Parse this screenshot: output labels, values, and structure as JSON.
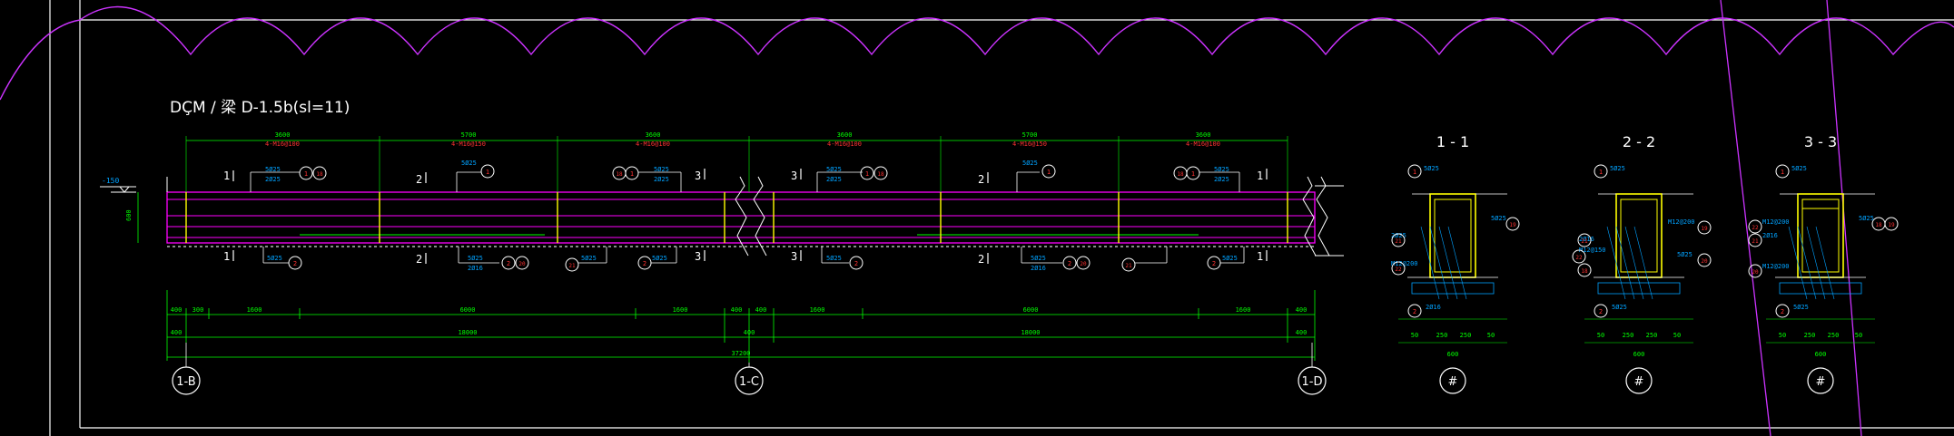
{
  "drawing": {
    "title": "DÇM / 梁 D-1.5b(sl=11)",
    "level_mark": "-150",
    "beam_depth": "600"
  },
  "spans": {
    "lengths": [
      "3600",
      "5700",
      "3600",
      "3600",
      "5700",
      "3600"
    ],
    "top_reinf": [
      "4-M16@100",
      "4-M16@150",
      "4-M16@100",
      "4-M16@100",
      "4-M16@150",
      "4-M16@100"
    ]
  },
  "section_marks": [
    "1",
    "2",
    "3",
    "3",
    "2",
    "1"
  ],
  "bar_tags": {
    "top": [
      "5Ø25",
      "5Ø25",
      "5Ø25",
      "5Ø25",
      "5Ø25",
      "5Ø25"
    ],
    "top_sub": [
      "2Ø25",
      "2Ø25",
      "2Ø25",
      "2Ø25"
    ],
    "bottom": [
      "5Ø25",
      "5Ø25",
      "5Ø25",
      "5Ø25",
      "5Ø25",
      "5Ø25"
    ],
    "bottom_sub": [
      "2Ø16",
      "2Ø16"
    ]
  },
  "callouts": [
    "1",
    "2",
    "3",
    "18",
    "19",
    "20",
    "21",
    "22"
  ],
  "dimensions": {
    "row1": [
      "400",
      "300",
      "1600",
      "6000",
      "1600",
      "400",
      "400",
      "1600",
      "6000",
      "1600",
      "400"
    ],
    "row2": [
      "400",
      "18000",
      "400",
      "18000",
      "400"
    ],
    "total": "37200"
  },
  "grid": [
    "1-B",
    "1-C",
    "1-D"
  ],
  "sections": [
    {
      "title": "1 - 1",
      "tags": [
        "5Ø25",
        "2Ø25",
        "2Ø16",
        "5Ø25",
        "5Ø25",
        "M12@200"
      ],
      "dims": [
        "50",
        "250",
        "250",
        "50"
      ],
      "width": "600",
      "mark": "#"
    },
    {
      "title": "2 - 2",
      "tags": [
        "5Ø25",
        "M12@200",
        "5Ø25",
        "M12@150",
        "2Ø16",
        "5Ø25"
      ],
      "dims": [
        "50",
        "250",
        "250",
        "50"
      ],
      "width": "600",
      "mark": "#"
    },
    {
      "title": "3 - 3",
      "tags": [
        "5Ø25",
        "M12@200",
        "5Ø25",
        "2Ø16",
        "M12@200",
        "5Ø25"
      ],
      "dims": [
        "50",
        "250",
        "250",
        "50"
      ],
      "width": "600",
      "mark": "#"
    }
  ],
  "colors": {
    "frame": "#ffffff",
    "beam": "#ff00ff",
    "column": "#ffff00",
    "dimension": "#00ff00",
    "rebar_text": "#00a2ff",
    "callout": "#ff3333"
  }
}
